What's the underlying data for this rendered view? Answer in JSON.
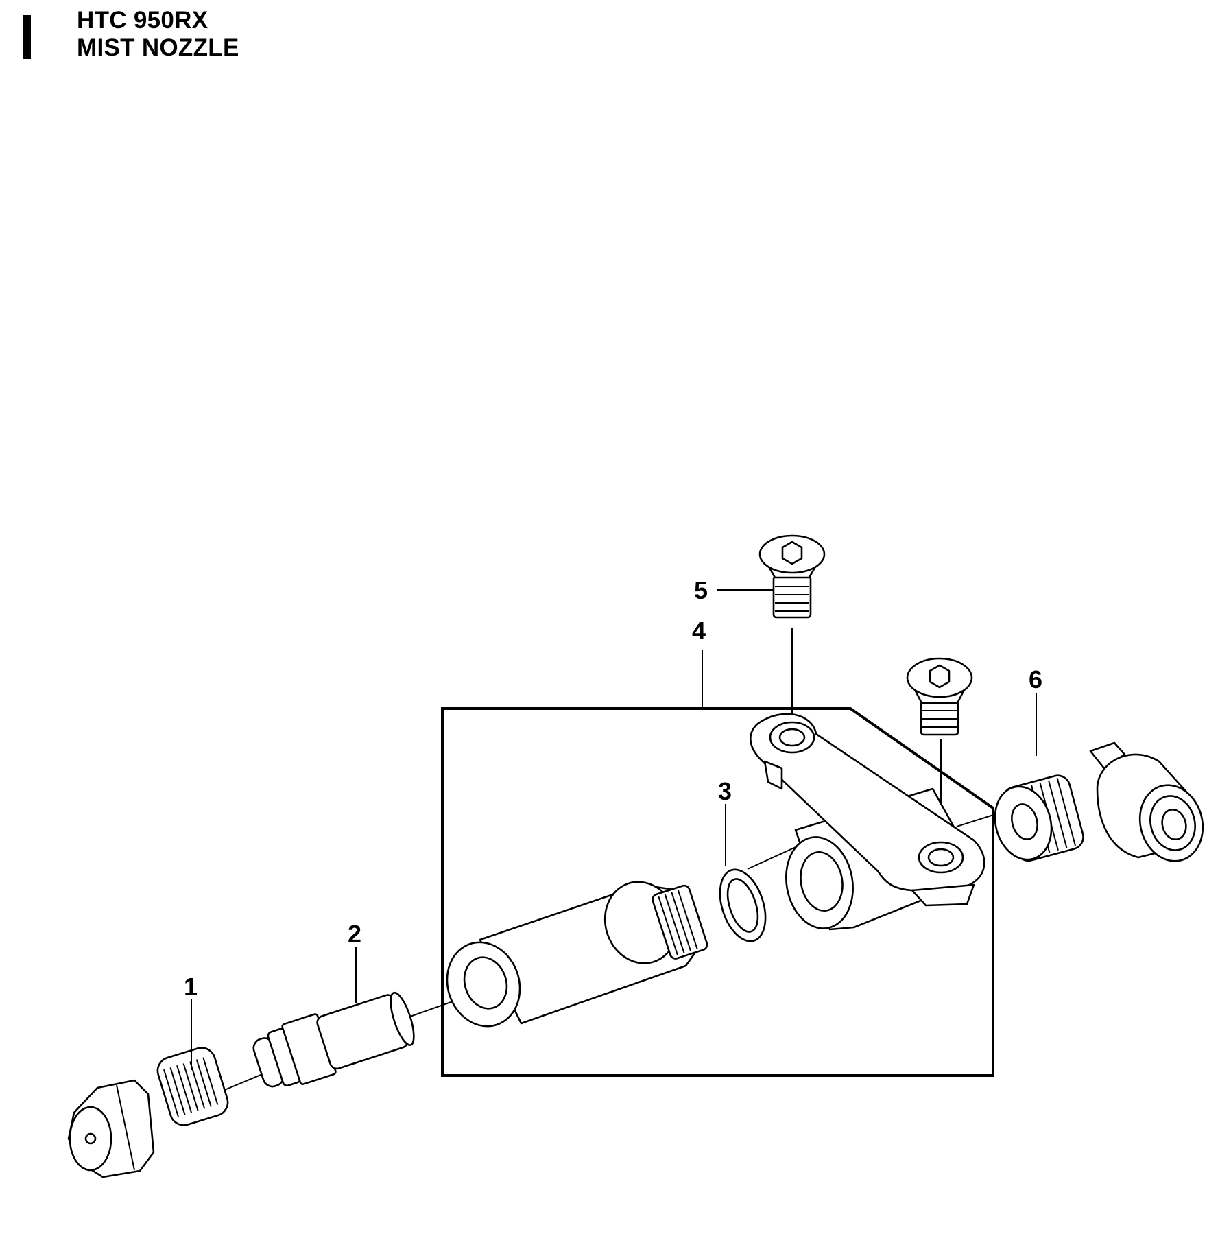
{
  "header": {
    "model": "HTC 950RX",
    "section": "MIST NOZZLE"
  },
  "callouts": {
    "c1": "1",
    "c2": "2",
    "c3": "3",
    "c4": "4",
    "c5": "5",
    "c6": "6"
  },
  "colors": {
    "ink": "#000000",
    "paper": "#ffffff"
  }
}
